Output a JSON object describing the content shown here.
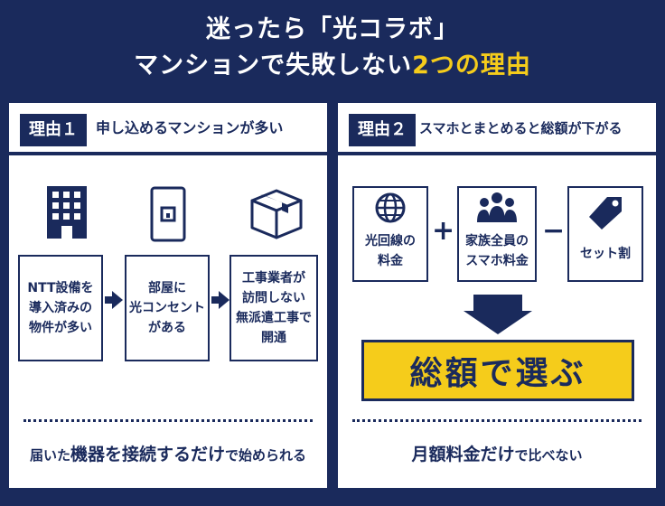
{
  "title": {
    "line1": "迷ったら「光コラボ」",
    "line2_main": "マンションで失敗しない",
    "line2_accent": "2つの理由"
  },
  "reason1": {
    "tag": "理由１",
    "heading": "申し込めるマンションが多い",
    "steps": [
      {
        "text": "NTT設備を\n導入済みの\n物件が多い",
        "icon": "building-icon"
      },
      {
        "text": "部屋に\n光コンセント\nがある",
        "icon": "outlet-icon"
      },
      {
        "text": "工事業者が\n訪問しない\n無派遣工事で\n開通",
        "icon": "box-icon"
      }
    ],
    "footer_pre": "届いた",
    "footer_big": "機器を接続するだけ",
    "footer_post": "で始められる"
  },
  "reason2": {
    "tag": "理由２",
    "heading": "スマホとまとめると総額が下がる",
    "items": [
      {
        "text": "光回線の\n料金",
        "icon": "globe-icon"
      },
      {
        "text": "家族全員の\nスマホ料金",
        "icon": "family-icon"
      },
      {
        "text": "セット割",
        "icon": "price-tag-icon"
      }
    ],
    "plus": "+",
    "minus": "−",
    "result": "総額で選ぶ",
    "footer_big": "月額料金だけ",
    "footer_post": "で比べない"
  },
  "colors": {
    "navy": "#1a2a5c",
    "yellow": "#f5cc1b",
    "white": "#ffffff"
  }
}
